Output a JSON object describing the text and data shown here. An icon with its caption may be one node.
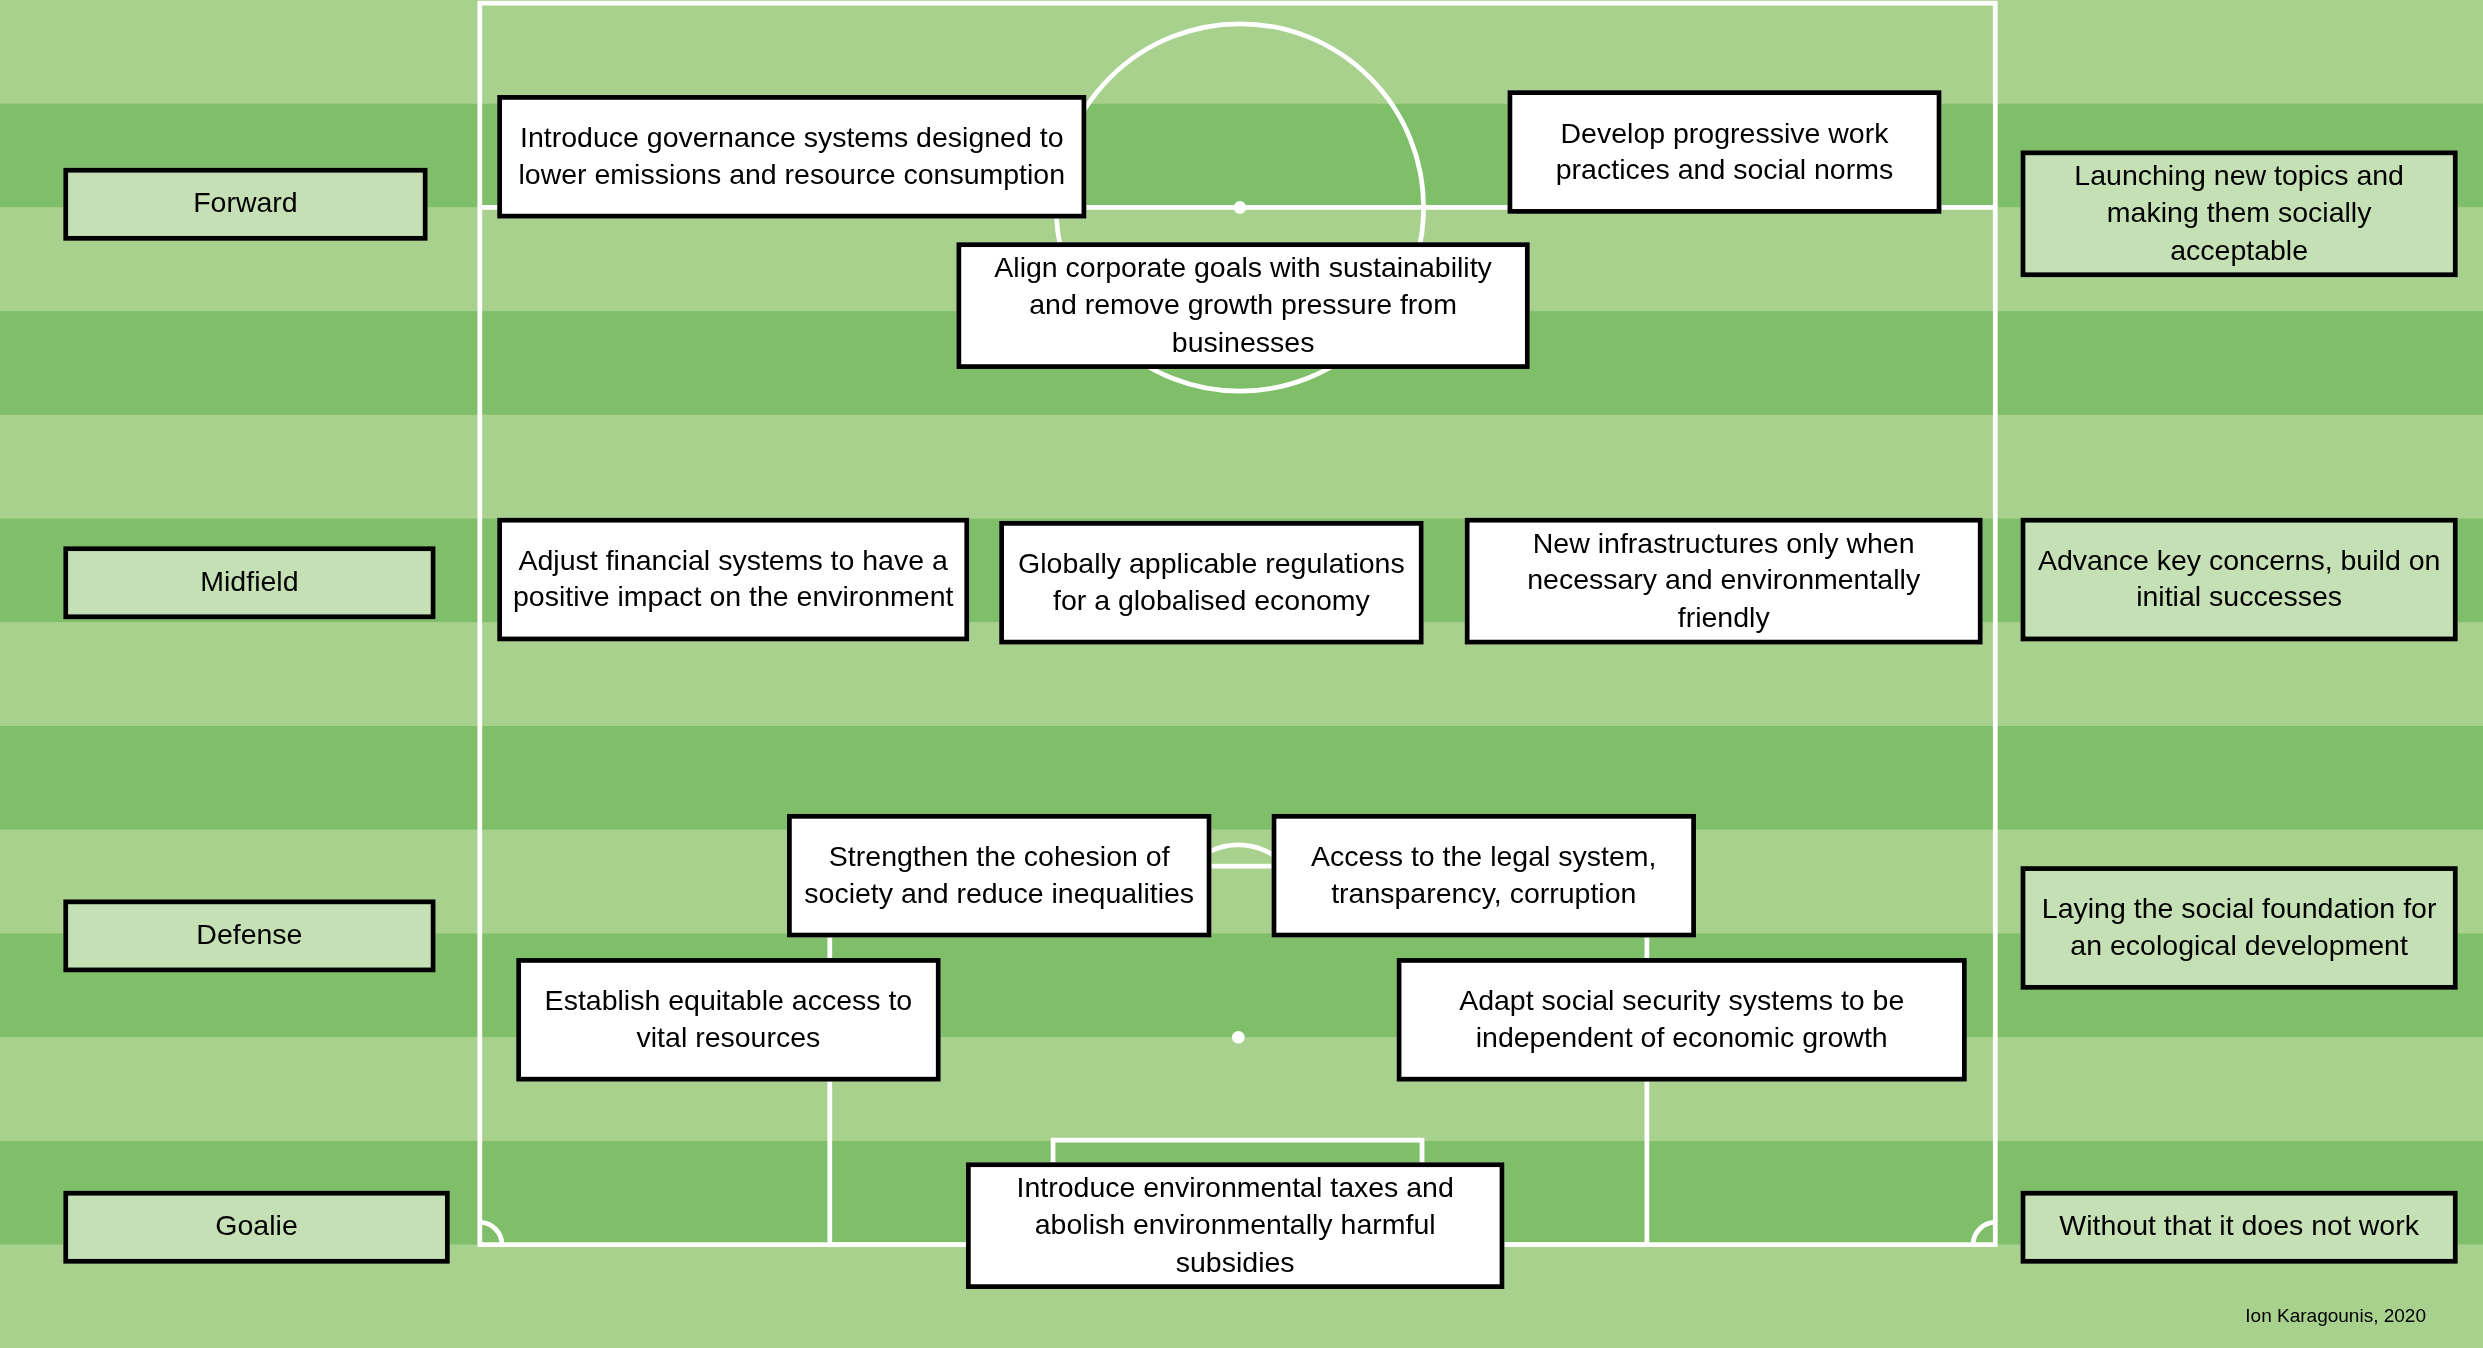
{
  "diagram": {
    "nodes": [
      {
        "text": [
          "Forward"
        ]
      },
      {
        "text": [
          "Introduce governance systems designed to lower emissions and resource consumption"
        ]
      },
      {
        "text": [
          "Develop progressive work practices and social norms"
        ]
      },
      {
        "text": [
          "Launching new topics and making them socially acceptable"
        ]
      },
      {
        "text": [
          "Align corporate goals with sustainability and remove growth pressure from businesses"
        ]
      },
      {
        "text": [
          "Midfield"
        ]
      },
      {
        "text": [
          "Adjust financial systems to have a positive impact on the environment"
        ]
      },
      {
        "text": [
          "Globally applicable regulations for a globalised economy"
        ]
      },
      {
        "text": [
          "New infrastructures only when necessary and environmentally friendly"
        ]
      },
      {
        "text": [
          "Advance key concerns, build on initial successes"
        ]
      },
      {
        "text": [
          "Strengthen the cohesion of society and reduce inequalities"
        ]
      },
      {
        "text": [
          "Access to the legal system, transparency, corruption"
        ]
      },
      {
        "text": [
          "Defense"
        ]
      },
      {
        "text": [
          "Laying the social foundation for an ecological development"
        ]
      },
      {
        "text": [
          "Establish equitable access to vital resources"
        ]
      },
      {
        "text": [
          "Adapt social security systems to be independent of economic growth"
        ]
      },
      {
        "text": [
          "Goalie"
        ]
      },
      {
        "text": [
          "Introduce environmental taxes and abolish environmentally harmful subsidies"
        ]
      },
      {
        "text": [
          "Without that it does not work"
        ]
      }
    ],
    "labels": [
      "Ion Karagounis, 2020"
    ]
  }
}
